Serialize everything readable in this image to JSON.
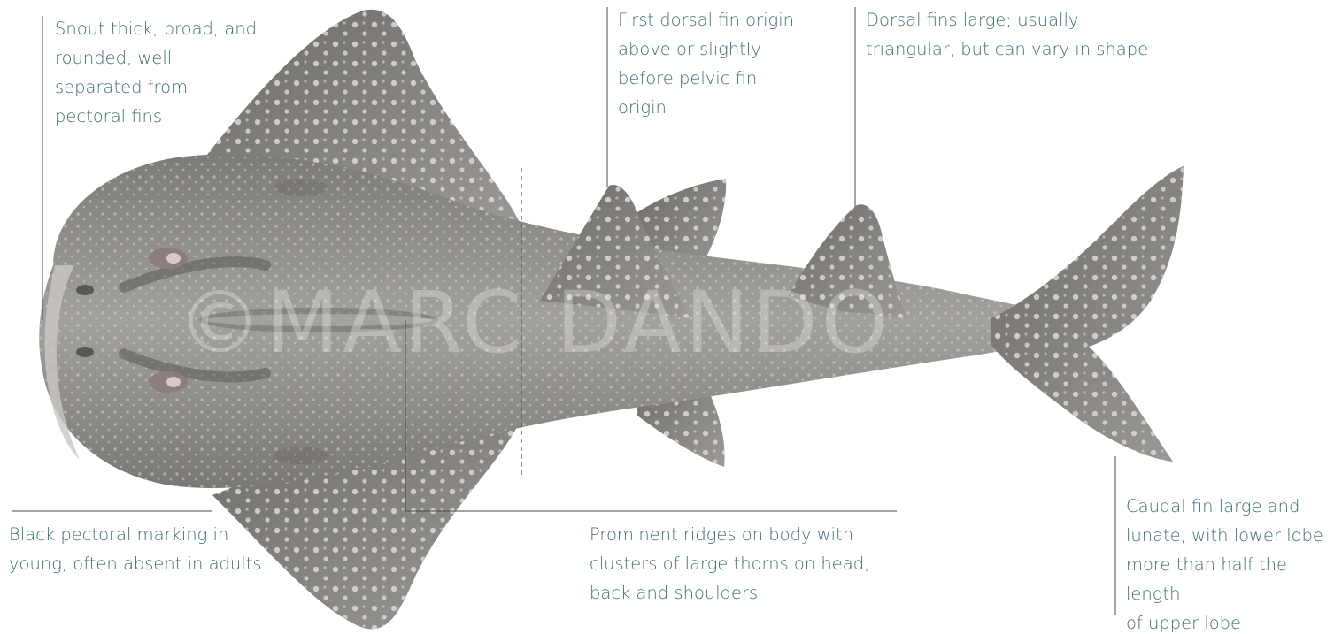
{
  "annotations": {
    "snout": "Snout thick, broad, and\nrounded, well\nseparated from\npectoral fins",
    "first_dorsal_origin": "First dorsal fin origin\nabove or slightly\nbefore pelvic fin\norigin",
    "dorsal_fins": "Dorsal fins large; usually\ntriangular, but can vary in shape",
    "pectoral_marking": "Black pectoral marking in\nyoung, often absent in adults",
    "ridges": "Prominent ridges on body with\nclusters of large thorns on head,\nback and shoulders",
    "caudal_fin": "Caudal fin large and\nlunate, with lower lobe\nmore than half the length\nof upper lobe"
  },
  "watermark": "©MARC DANDO",
  "colors": {
    "label_text": "#3f6b75",
    "leader_line": "#4a4a4a",
    "body_gray": "#8e8c8a",
    "spots": "#d9d6d0"
  }
}
